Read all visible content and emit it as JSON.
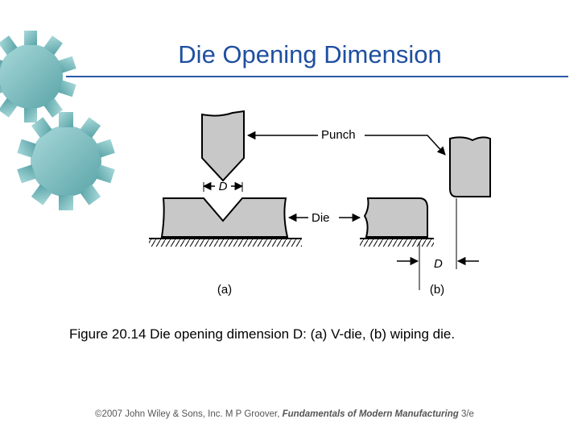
{
  "slide": {
    "title": "Die Opening Dimension",
    "caption": "Figure 20.14  Die opening dimension D: (a) V-die, (b) wiping die."
  },
  "figure": {
    "labels": {
      "punch": "Punch",
      "die": "Die",
      "dimension_a": "D",
      "dimension_b": "D",
      "part_a": "(a)",
      "part_b": "(b)"
    }
  },
  "footer": {
    "copyright": "©2007 John Wiley & Sons, Inc.  M P Groover, ",
    "book_title": "Fundamentals of Modern Manufacturing",
    "edition": " 3/e"
  },
  "colors": {
    "title": "#1f4fa0",
    "rule": "#2a5aa8",
    "gear_fill": "#7fbfc0",
    "part_fill": "#c8c8c8"
  }
}
